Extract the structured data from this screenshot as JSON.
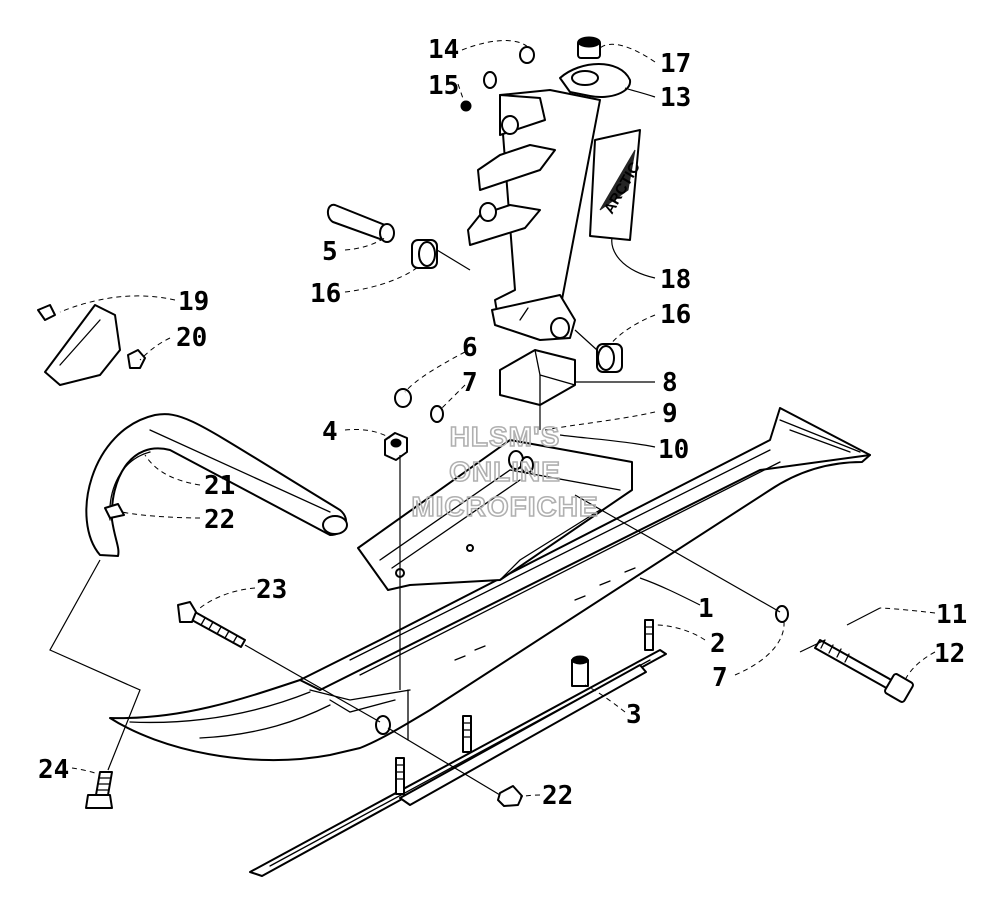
{
  "diagram": {
    "watermark_lines": [
      "HLSM'S",
      "ONLINE",
      "MICROFICHE"
    ],
    "decal_text": "ARCTIC",
    "callouts": [
      {
        "id": "c1",
        "label": "1"
      },
      {
        "id": "c2",
        "label": "2"
      },
      {
        "id": "c3",
        "label": "3"
      },
      {
        "id": "c4",
        "label": "4"
      },
      {
        "id": "c5",
        "label": "5"
      },
      {
        "id": "c6",
        "label": "6"
      },
      {
        "id": "c7a",
        "label": "7"
      },
      {
        "id": "c7b",
        "label": "7"
      },
      {
        "id": "c8",
        "label": "8"
      },
      {
        "id": "c9",
        "label": "9"
      },
      {
        "id": "c10",
        "label": "10"
      },
      {
        "id": "c11",
        "label": "11"
      },
      {
        "id": "c12",
        "label": "12"
      },
      {
        "id": "c13",
        "label": "13"
      },
      {
        "id": "c14",
        "label": "14"
      },
      {
        "id": "c15",
        "label": "15"
      },
      {
        "id": "c16a",
        "label": "16"
      },
      {
        "id": "c16b",
        "label": "16"
      },
      {
        "id": "c17",
        "label": "17"
      },
      {
        "id": "c18",
        "label": "18"
      },
      {
        "id": "c19",
        "label": "19"
      },
      {
        "id": "c20",
        "label": "20"
      },
      {
        "id": "c21",
        "label": "21"
      },
      {
        "id": "c22a",
        "label": "22"
      },
      {
        "id": "c22b",
        "label": "22"
      },
      {
        "id": "c23",
        "label": "23"
      },
      {
        "id": "c24",
        "label": "24"
      }
    ]
  }
}
